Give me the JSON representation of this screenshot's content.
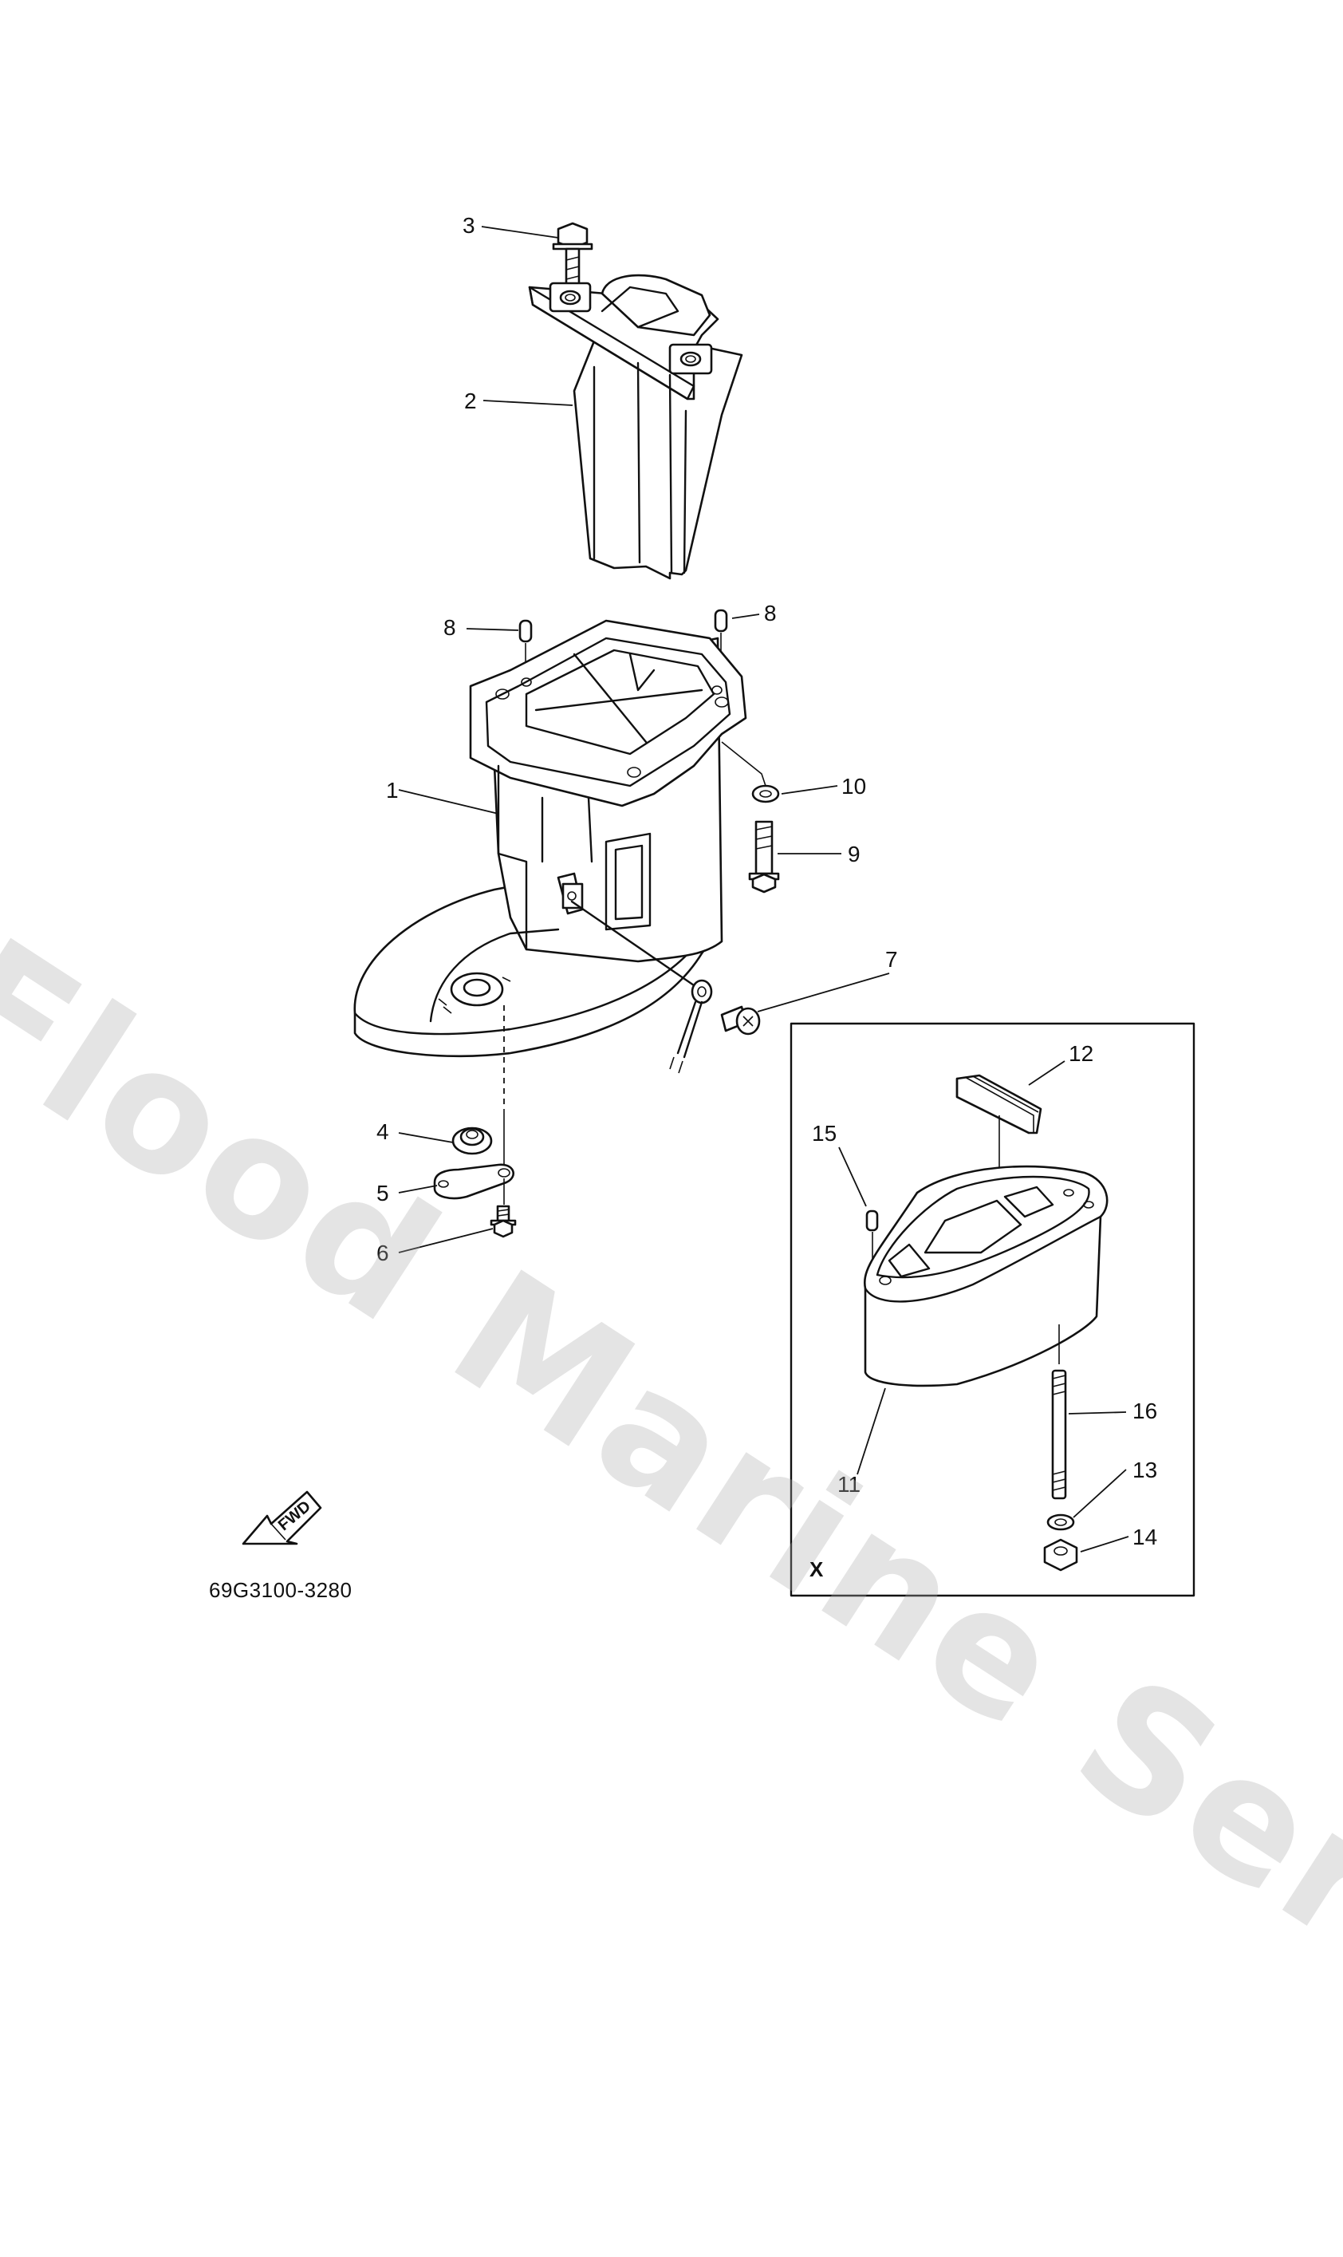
{
  "watermark": "Flood Marine Services",
  "part_code": "69G3100-3280",
  "fwd_label": "FWD",
  "inset_label": "X",
  "callouts": [
    {
      "id": "c1",
      "label": "1"
    },
    {
      "id": "c2",
      "label": "2"
    },
    {
      "id": "c3",
      "label": "3"
    },
    {
      "id": "c4",
      "label": "4"
    },
    {
      "id": "c5",
      "label": "5"
    },
    {
      "id": "c6",
      "label": "6"
    },
    {
      "id": "c7",
      "label": "7"
    },
    {
      "id": "c8a",
      "label": "8"
    },
    {
      "id": "c8b",
      "label": "8"
    },
    {
      "id": "c9",
      "label": "9"
    },
    {
      "id": "c10",
      "label": "10"
    },
    {
      "id": "c11",
      "label": "11"
    },
    {
      "id": "c12",
      "label": "12"
    },
    {
      "id": "c13",
      "label": "13"
    },
    {
      "id": "c14",
      "label": "14"
    },
    {
      "id": "c15",
      "label": "15"
    },
    {
      "id": "c16",
      "label": "16"
    }
  ]
}
